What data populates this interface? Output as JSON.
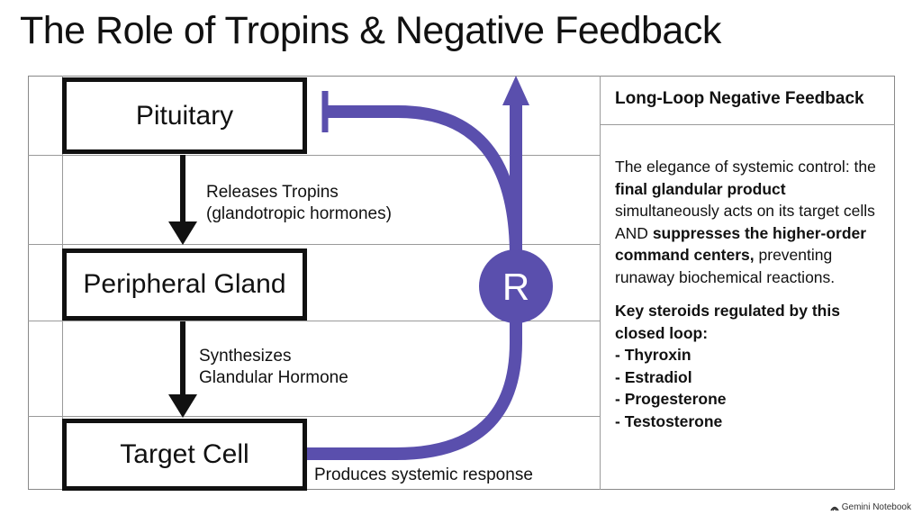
{
  "title": "The Role of Tropins & Negative Feedback",
  "diagram": {
    "nodes": {
      "pituitary": "Pituitary",
      "peripheral_gland": "Peripheral Gland",
      "target_cell": "Target Cell"
    },
    "edges": {
      "releases_line1": "Releases Tropins",
      "releases_line2": "(glandotropic hormones)",
      "synthesizes_line1": "Synthesizes",
      "synthesizes_line2": "Glandular Hormone",
      "produces": "Produces systemic response"
    },
    "feedback_symbol": "R",
    "colors": {
      "feedback_path": "#5a4fad",
      "box_border": "#111111"
    }
  },
  "panel": {
    "heading": "Long-Loop Negative Feedback",
    "intro_1": "The elegance of systemic control: the ",
    "intro_bold_1": "final glandular product",
    "intro_2": " simultaneously acts on its target cells AND ",
    "intro_bold_2": "suppresses the higher-order command centers,",
    "intro_3": " preventing runaway biochemical reactions.",
    "key_heading": "Key steroids regulated by this closed loop:",
    "steroids": [
      "- Thyroxin",
      "- Estradiol",
      "- Progesterone",
      "- Testosterone"
    ]
  },
  "credit": "Gemini Notebook"
}
